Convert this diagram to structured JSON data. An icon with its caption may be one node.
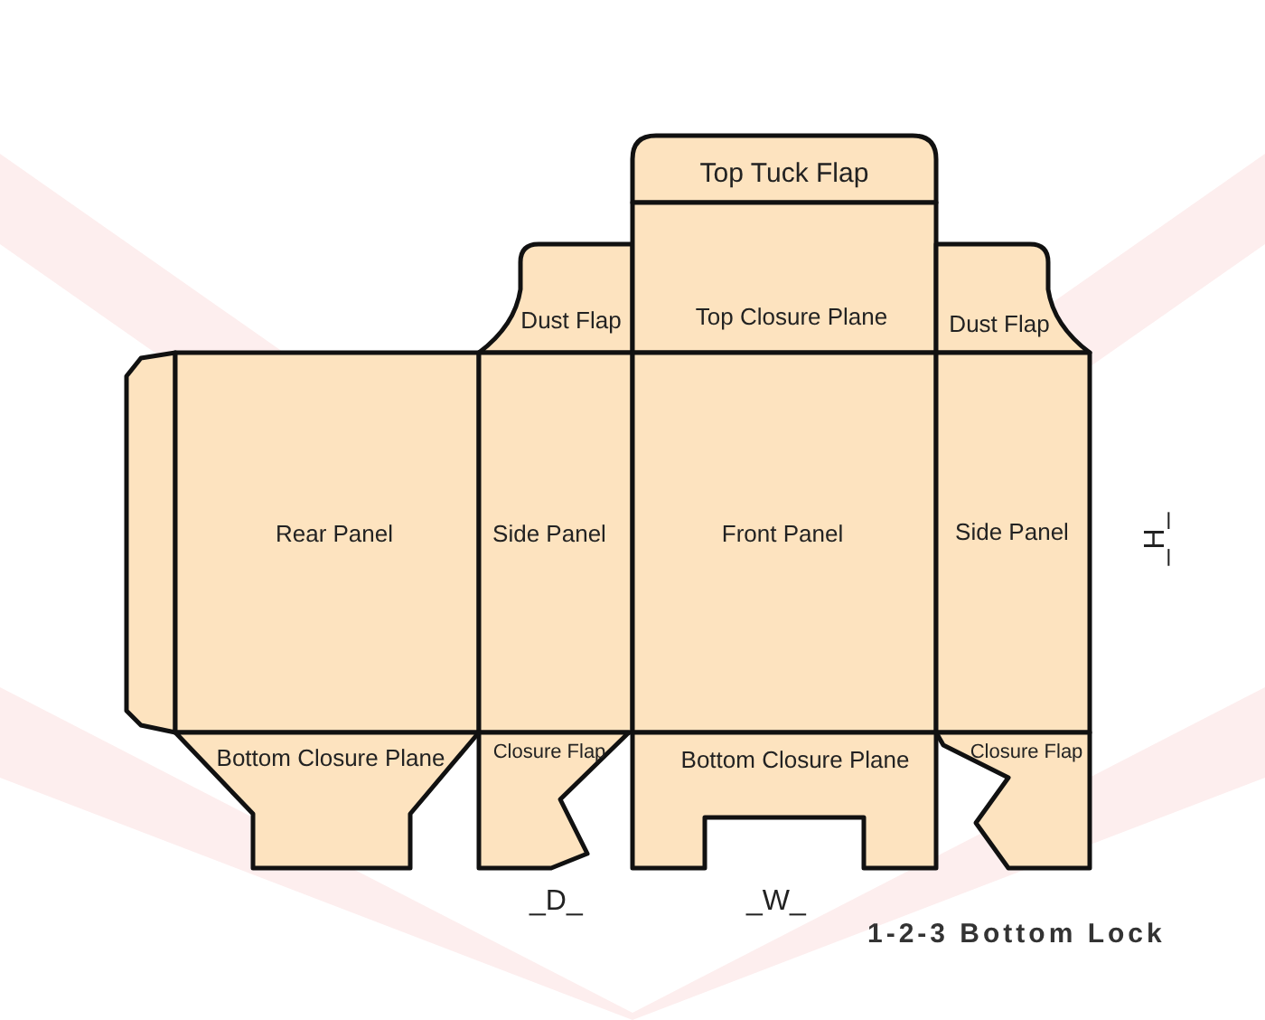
{
  "diagram": {
    "title": "1-2-3 Bottom Lock",
    "nodes": [
      {
        "text": [
          "Top Tuck Flap"
        ]
      },
      {
        "text": [
          "Dust Flap"
        ]
      },
      {
        "text": [
          "Top Closure Plane"
        ]
      },
      {
        "text": [
          "Dust Flap"
        ]
      },
      {
        "text": [],
        "shape": "box"
      },
      {
        "text": [
          "Rear Panel"
        ]
      },
      {
        "text": [
          "Side Panel"
        ]
      },
      {
        "text": [
          "Front Panel"
        ]
      },
      {
        "text": [
          "Side Panel"
        ]
      },
      {
        "text": [
          "Bottom Closure Plane"
        ]
      },
      {
        "text": [
          "Closure Flap"
        ]
      },
      {
        "text": [
          "Bottom Closure Plane"
        ]
      },
      {
        "text": [
          "Closure Flap"
        ]
      }
    ],
    "labels": [
      "_H_",
      "_D_",
      "_W_"
    ]
  }
}
